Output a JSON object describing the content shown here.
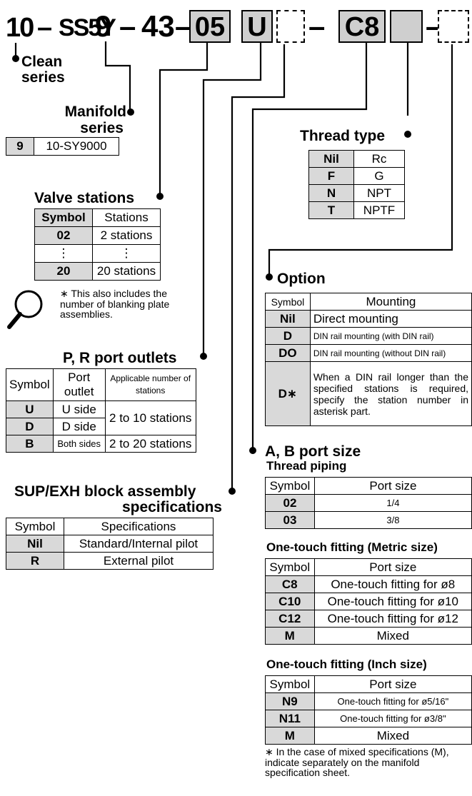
{
  "model_code": {
    "prefix": "10",
    "dash": "–",
    "series": "SS5Y",
    "manifold": "9",
    "sep43": "43",
    "stations": "05",
    "ports": "U",
    "thread_blank": "",
    "port_size": "C8",
    "option_blank": "",
    "tail_blank": ""
  },
  "clean": {
    "title_line1": "Clean",
    "title_line2": "series"
  },
  "manifold_series": {
    "title_line1": "Manifold",
    "title_line2": "series",
    "rows": [
      {
        "symbol": "9",
        "value": "10-SY9000"
      }
    ]
  },
  "valve_stations": {
    "title": "Valve stations",
    "headers": [
      "Symbol",
      "Stations"
    ],
    "rows": [
      {
        "symbol": "02",
        "value": "2 stations"
      },
      {
        "symbol": "⋮",
        "value": "⋮"
      },
      {
        "symbol": "20",
        "value": "20 stations"
      }
    ],
    "note": "∗ This also includes the number of blanking plate assemblies."
  },
  "pr_ports": {
    "title": "P, R port outlets",
    "headers": [
      "Symbol",
      "Port outlet",
      "Applicable number of stations"
    ],
    "rows": [
      {
        "symbol": "U",
        "outlet": "U side",
        "stations": "2 to 10 stations"
      },
      {
        "symbol": "D",
        "outlet": "D side",
        "stations": ""
      },
      {
        "symbol": "B",
        "outlet": "Both sides",
        "stations": "2 to 20 stations"
      }
    ]
  },
  "supexh": {
    "title_line1": "SUP/EXH block assembly",
    "title_line2": "specifications",
    "headers": [
      "Symbol",
      "Specifications"
    ],
    "rows": [
      {
        "symbol": "Nil",
        "value": "Standard/Internal pilot"
      },
      {
        "symbol": "R",
        "value": "External pilot"
      }
    ]
  },
  "thread_type": {
    "title": "Thread type",
    "rows": [
      {
        "symbol": "Nil",
        "value": "Rc"
      },
      {
        "symbol": "F",
        "value": "G"
      },
      {
        "symbol": "N",
        "value": "NPT"
      },
      {
        "symbol": "T",
        "value": "NPTF"
      }
    ]
  },
  "option": {
    "title": "Option",
    "headers": [
      "Symbol",
      "Mounting"
    ],
    "rows": [
      {
        "symbol": "Nil",
        "value": "Direct mounting"
      },
      {
        "symbol": "D",
        "value": "DIN rail mounting (with DIN rail)"
      },
      {
        "symbol": "DO",
        "value": "DIN rail mounting (without DIN rail)"
      },
      {
        "symbol": "D∗",
        "value": "When a DIN rail longer than the specified stations is required, specify the station number in asterisk part."
      }
    ]
  },
  "ab_port": {
    "title": "A, B port size",
    "thread_piping": {
      "title": "Thread piping",
      "headers": [
        "Symbol",
        "Port size"
      ],
      "rows": [
        {
          "symbol": "02",
          "value": "1/4"
        },
        {
          "symbol": "03",
          "value": "3/8"
        }
      ]
    },
    "metric": {
      "title": "One-touch fitting (Metric size)",
      "headers": [
        "Symbol",
        "Port size"
      ],
      "rows": [
        {
          "symbol": "C8",
          "value": "One-touch fitting for ø8"
        },
        {
          "symbol": "C10",
          "value": "One-touch fitting for ø10"
        },
        {
          "symbol": "C12",
          "value": "One-touch fitting for ø12"
        },
        {
          "symbol": "M",
          "value": "Mixed"
        }
      ]
    },
    "inch": {
      "title": "One-touch fitting (Inch size)",
      "headers": [
        "Symbol",
        "Port size"
      ],
      "rows": [
        {
          "symbol": "N9",
          "value": "One-touch fitting for ø5/16\""
        },
        {
          "symbol": "N11",
          "value": "One-touch fitting for ø3/8\""
        },
        {
          "symbol": "M",
          "value": "Mixed"
        }
      ]
    },
    "note": "∗ In the case of mixed specifications (M), indicate separately on the manifold specification sheet."
  }
}
